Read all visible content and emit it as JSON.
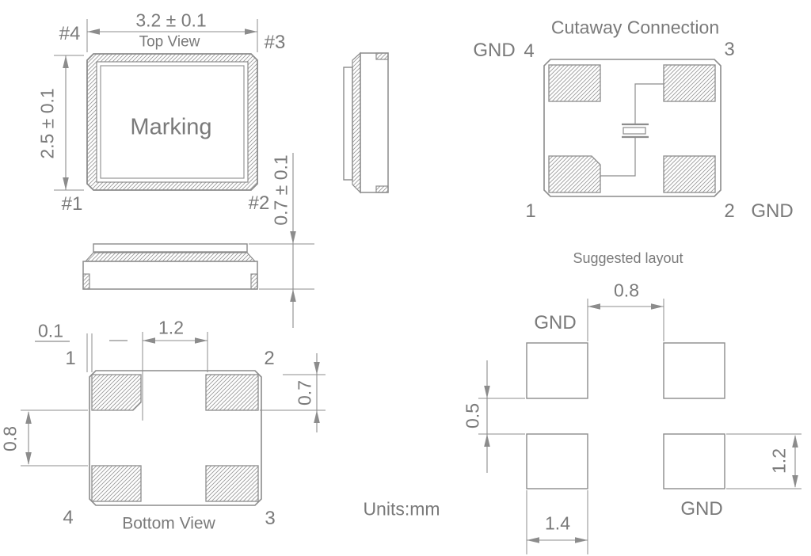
{
  "colors": {
    "line": "#8c8c8c",
    "text": "#7a7a7a"
  },
  "units_label": "Units:mm",
  "top_view": {
    "title": "Top View",
    "marking": "Marking",
    "dim_width": "3.2 ± 0.1",
    "dim_height": "2.5 ± 0.1",
    "dim_thickness": "0.7 ± 0.1",
    "pin_top_left": "#4",
    "pin_top_right": "#3",
    "pin_bottom_left": "#1",
    "pin_bottom_right": "#2"
  },
  "bottom_view": {
    "title": "Bottom View",
    "pin_top_left": "1",
    "pin_top_right": "2",
    "pin_bottom_right": "3",
    "pin_bottom_left": "4",
    "dim_edge_offset": "0.1",
    "dim_pad_span": "1.2",
    "dim_pad_height": "0.7",
    "dim_pad_gap": "0.8"
  },
  "cutaway": {
    "title": "Cutaway Connection",
    "gnd_left": "GND",
    "pin4": "4",
    "pin3": "3",
    "pin1": "1",
    "pin2": "2",
    "gnd_right": "GND"
  },
  "suggested_layout": {
    "title": "Suggested layout",
    "gnd_top": "GND",
    "gnd_bottom": "GND",
    "dim_gap_h": "0.8",
    "dim_gap_v": "0.5",
    "dim_pad_width": "1.4",
    "dim_pad_height": "1.2"
  }
}
